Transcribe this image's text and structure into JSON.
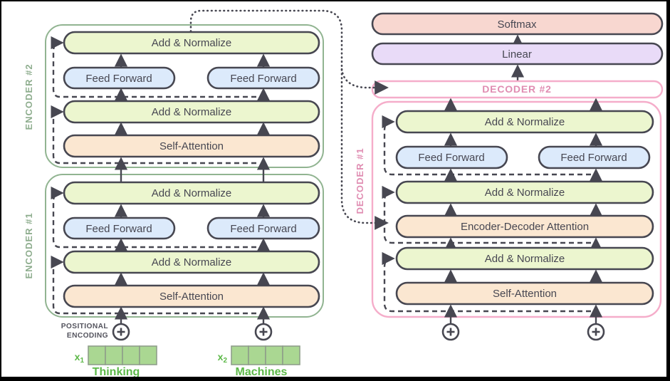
{
  "colors": {
    "add_normalize_fill": "#ecf6cf",
    "feed_forward_fill": "#dceafb",
    "attention_fill": "#fbe7d1",
    "softmax_fill": "#f8d7d0",
    "linear_fill": "#e9dbf8",
    "embedding_fill": "#aad792",
    "encoder_border": "#91b491",
    "decoder_border": "#f5adca",
    "encoder_label": "#8fae8f",
    "decoder_label": "#e08db2",
    "line_dark": "#474751",
    "input_text_green": "#5cb848"
  },
  "encoder2": {
    "label": "ENCODER #2",
    "add_normalize_top": "Add & Normalize",
    "feed_forward_left": "Feed Forward",
    "feed_forward_right": "Feed Forward",
    "add_normalize_mid": "Add & Normalize",
    "self_attention": "Self-Attention"
  },
  "encoder1": {
    "label": "ENCODER #1",
    "add_normalize_top": "Add & Normalize",
    "feed_forward_left": "Feed Forward",
    "feed_forward_right": "Feed Forward",
    "add_normalize_mid": "Add & Normalize",
    "self_attention": "Self-Attention"
  },
  "decoder2": {
    "label": "DECODER #2"
  },
  "decoder1": {
    "label": "DECODER #1",
    "add_normalize_top": "Add & Normalize",
    "feed_forward_left": "Feed Forward",
    "feed_forward_right": "Feed Forward",
    "add_normalize_mid": "Add & Normalize",
    "encoder_decoder_attention": "Encoder-Decoder Attention",
    "add_normalize_bottom": "Add & Normalize",
    "self_attention": "Self-Attention"
  },
  "output_head": {
    "softmax": "Softmax",
    "linear": "Linear"
  },
  "positional_encoding": {
    "line1": "POSITIONAL",
    "line2": "ENCODING"
  },
  "inputs": [
    {
      "label": "x",
      "subscript": "1",
      "word": "Thinking"
    },
    {
      "label": "x",
      "subscript": "2",
      "word": "Machines"
    }
  ]
}
